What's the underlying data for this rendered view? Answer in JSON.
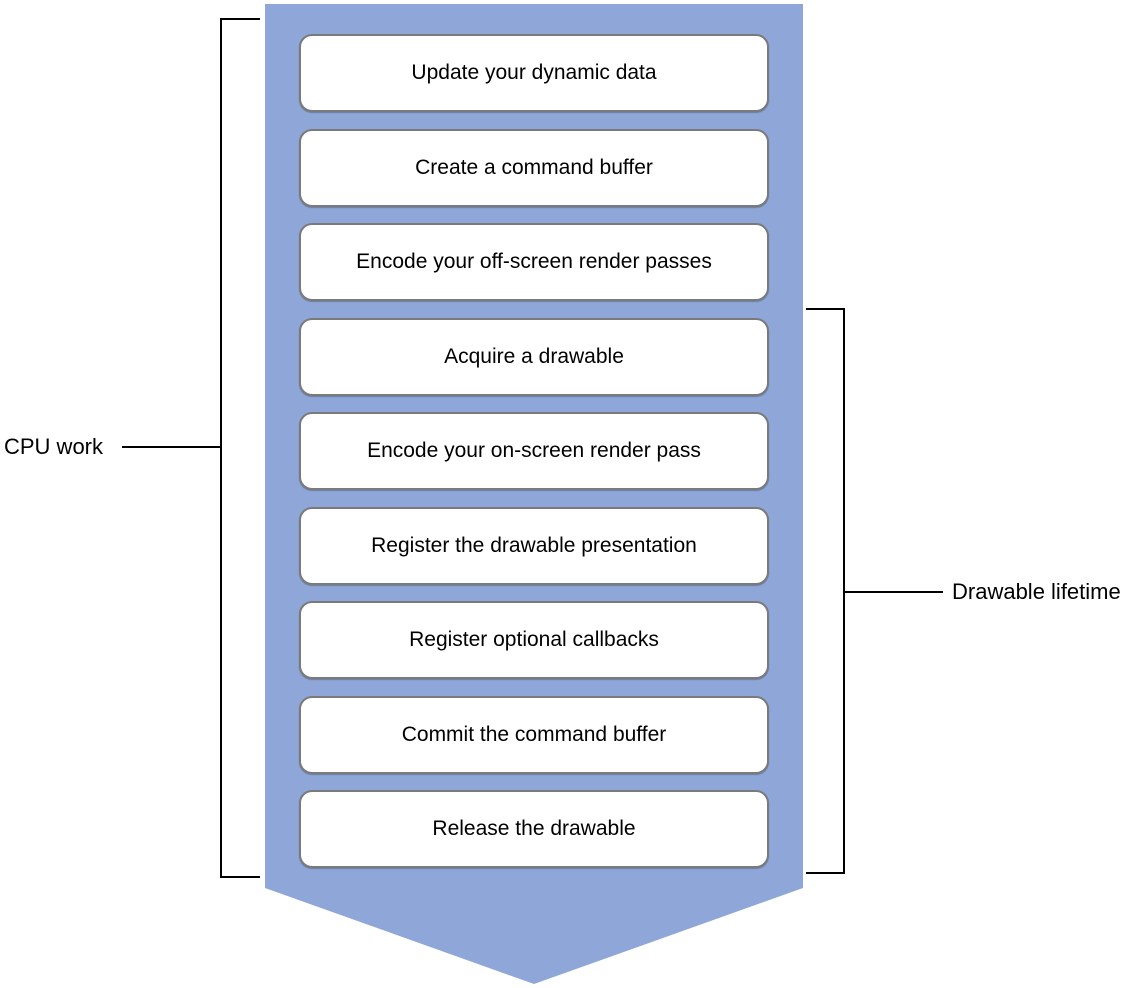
{
  "diagram": {
    "steps": [
      "Update your dynamic data",
      "Create a command buffer",
      "Encode your off-screen render passes",
      "Acquire a drawable",
      "Encode your on-screen render pass",
      "Register the drawable presentation",
      "Register optional callbacks",
      "Commit the command buffer",
      "Release the drawable"
    ],
    "left_label": "CPU work",
    "right_label": "Drawable lifetime",
    "colors": {
      "band": "#8ea7d8",
      "box_border": "#7a7a7a",
      "box_bg": "#ffffff",
      "bracket": "#000000",
      "text": "#000000"
    }
  }
}
